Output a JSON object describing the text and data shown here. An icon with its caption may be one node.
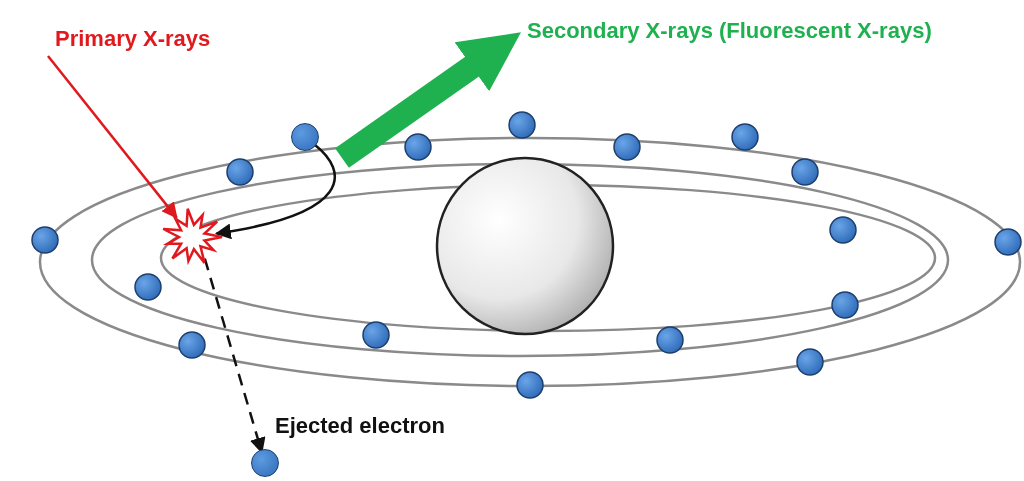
{
  "diagram": {
    "nodes": [
      {
        "text": [
          "Primary X-rays"
        ]
      },
      {
        "text": [
          "Secondary X-rays (Fluorescent X-rays)"
        ]
      },
      {
        "text": [],
        "shape": "circle"
      },
      {
        "text": [],
        "shape": "star"
      },
      {
        "text": [],
        "shape": "circle"
      }
    ],
    "edges": [
      {
        "from": 0,
        "to": 3,
        "arrow": "to",
        "color": "#e0191e"
      },
      {
        "from": null,
        "to": 1,
        "arrow": "to",
        "style": "thick",
        "color": "#1fb14f"
      },
      {
        "from": 2,
        "to": 3,
        "arrow": "to"
      },
      {
        "from": 3,
        "to": 4,
        "arrow": "to",
        "style": "dashed",
        "label": "Ejected electron"
      }
    ]
  }
}
